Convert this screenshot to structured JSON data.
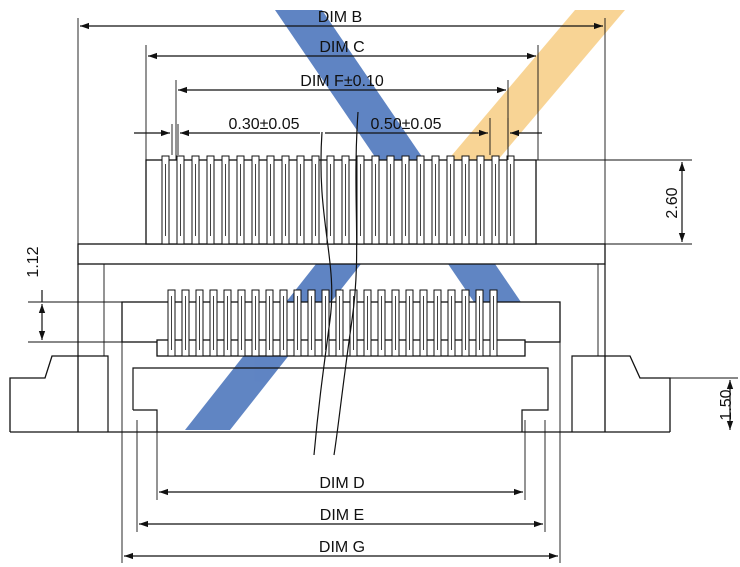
{
  "dimensions": {
    "dim_b": "DIM B",
    "dim_c": "DIM C",
    "dim_f": "DIM F±0.10",
    "pitch_a": "0.30±0.05",
    "pitch_b": "0.50±0.05",
    "height_top": "2.60",
    "height_left": "1.12",
    "height_right": "1.50",
    "dim_d": "DIM D",
    "dim_e": "DIM E",
    "dim_g": "DIM G"
  },
  "watermark": {
    "colors": [
      "#2f5fb0",
      "#f5c063"
    ]
  }
}
